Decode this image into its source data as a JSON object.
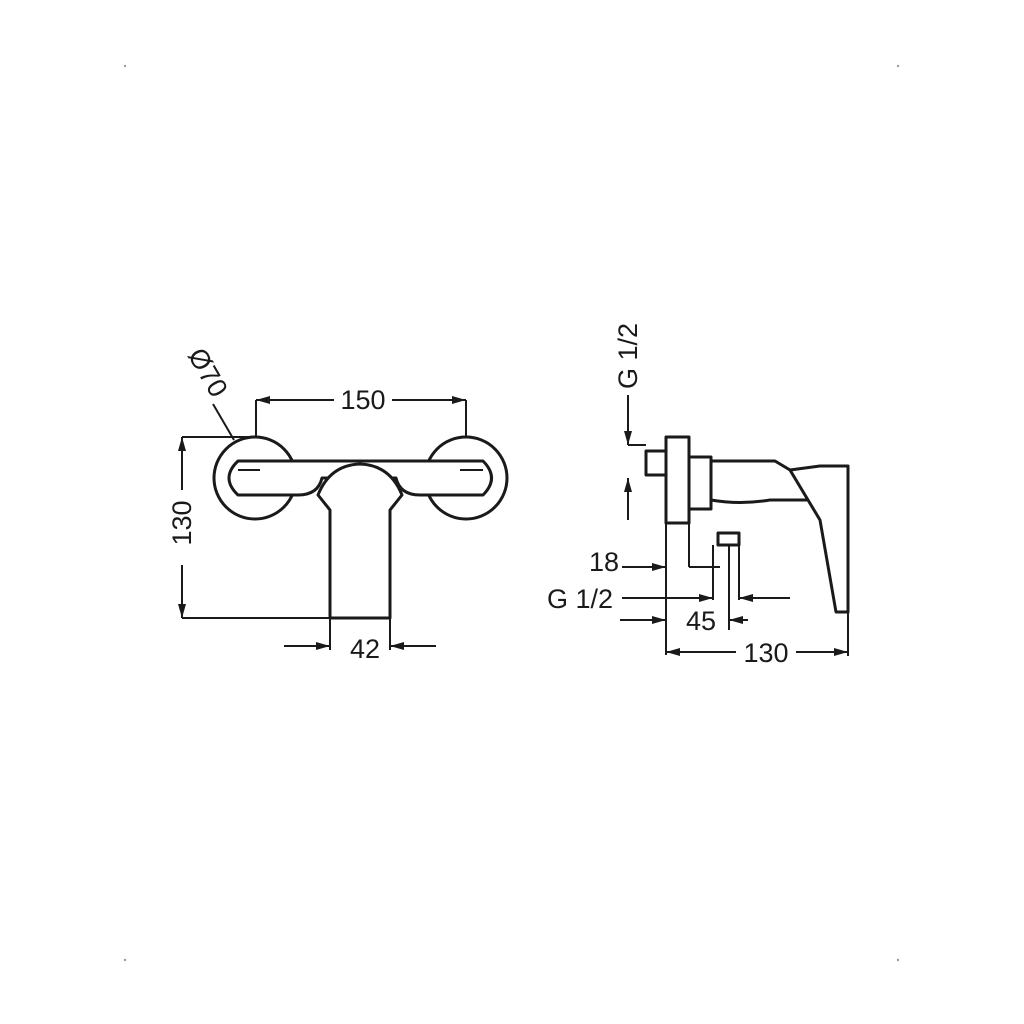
{
  "front_view": {
    "rosette_diameter_label": "Ø70",
    "center_distance_label": "150",
    "height_label": "130",
    "spout_width_label": "42"
  },
  "side_view": {
    "inlet_thread_top_label": "G 1/2",
    "wall_offset_label": "18",
    "outlet_thread_label": "G 1/2",
    "outlet_distance_label": "45",
    "depth_label": "130"
  },
  "colors": {
    "line": "#1a1a1a",
    "background": "#ffffff"
  }
}
